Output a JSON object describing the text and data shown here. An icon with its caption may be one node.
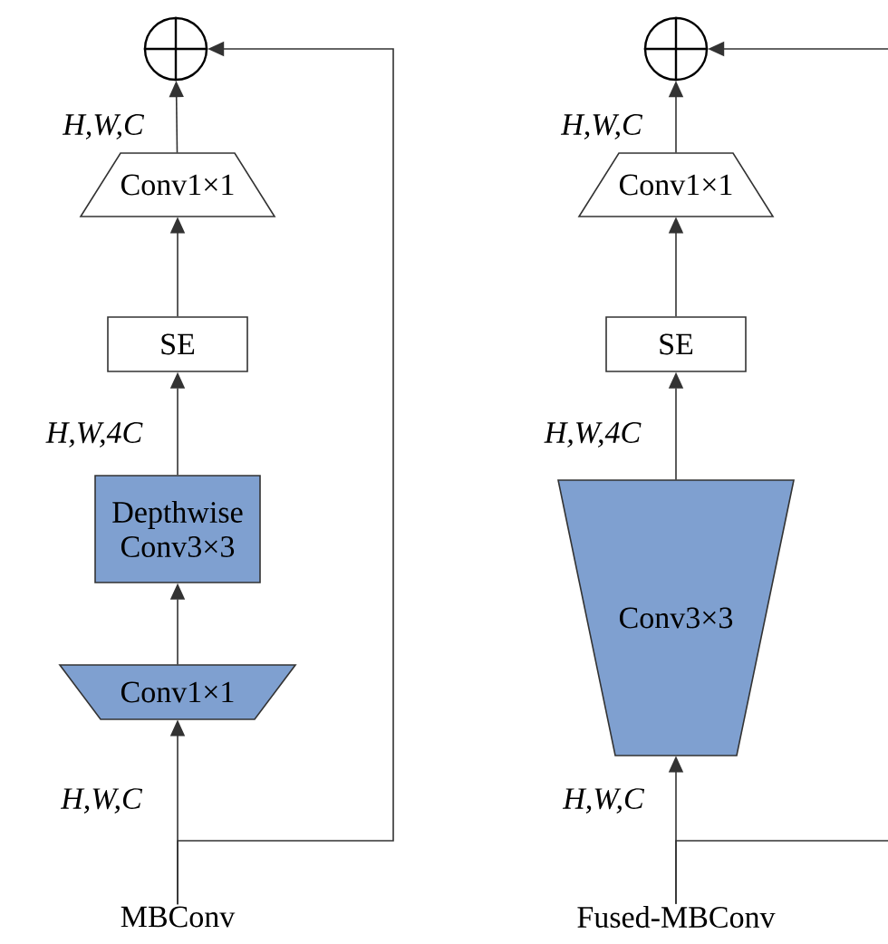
{
  "diagram": {
    "nodes": [
      {
        "text": [
          "MBConv"
        ]
      },
      {
        "text": [
          "Conv1×1"
        ]
      },
      {
        "text": [
          "Depthwise Conv3×3"
        ]
      },
      {
        "text": [
          "SE"
        ]
      },
      {
        "text": [
          "Conv1×1"
        ]
      },
      {
        "text": [],
        "shape": "circle"
      },
      {
        "text": [
          "Fused-MBConv"
        ]
      },
      {
        "text": [
          "Conv3×3"
        ]
      },
      {
        "text": [
          "SE"
        ]
      },
      {
        "text": [
          "Conv1×1"
        ]
      },
      {
        "text": [],
        "shape": "circle"
      }
    ],
    "edges": [
      {
        "from": 0,
        "to": 1,
        "arrow": "to"
      },
      {
        "from": 1,
        "to": 2,
        "arrow": "to"
      },
      {
        "from": 2,
        "to": 3,
        "arrow": "to"
      },
      {
        "from": 3,
        "to": 4,
        "arrow": "to"
      },
      {
        "from": 4,
        "to": 5,
        "arrow": "to"
      },
      {
        "from": 0,
        "to": 5,
        "arrow": "to"
      },
      {
        "from": 6,
        "to": 7,
        "arrow": "to"
      },
      {
        "from": 7,
        "to": 8,
        "arrow": "to"
      },
      {
        "from": 8,
        "to": 9,
        "arrow": "to"
      },
      {
        "from": 9,
        "to": 10,
        "arrow": "to"
      },
      {
        "from": 6,
        "to": 10,
        "arrow": "to"
      }
    ],
    "labels": [
      "H,W,C",
      "H,W,C",
      "H,W,4C",
      "H,W,4C",
      "H,W,C",
      "H,W,C"
    ]
  }
}
